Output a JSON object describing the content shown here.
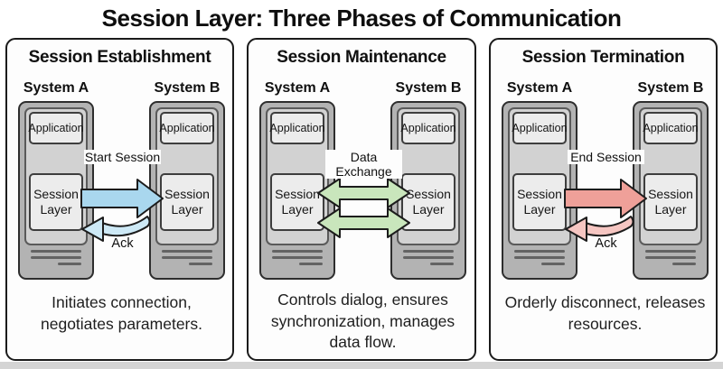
{
  "title": "Session Layer: Three Phases of Communication",
  "labels": {
    "system_a": "System A",
    "system_b": "System B",
    "application": "Application",
    "session_layer": "Session Layer"
  },
  "panels": [
    {
      "title": "Session Establishment",
      "arrow_label": "Start Session",
      "ack_label": "Ack",
      "caption": "Initiates connection, negotiates parameters.",
      "colors": {
        "arrow": "#a9d7ee",
        "ack": "#cde9f6",
        "outline": "#1c1c1c"
      }
    },
    {
      "title": "Session Maintenance",
      "arrow_label": "Data Exchange",
      "caption": "Controls dialog, ensures synchronization, manages data flow.",
      "colors": {
        "arrow": "#c9e6bc",
        "outline": "#1c1c1c"
      }
    },
    {
      "title": "Session Termination",
      "arrow_label": "End Session",
      "ack_label": "Ack",
      "caption": "Orderly disconnect, releases resources.",
      "colors": {
        "arrow": "#efa099",
        "ack": "#f6c6c2",
        "outline": "#1c1c1c"
      }
    }
  ]
}
